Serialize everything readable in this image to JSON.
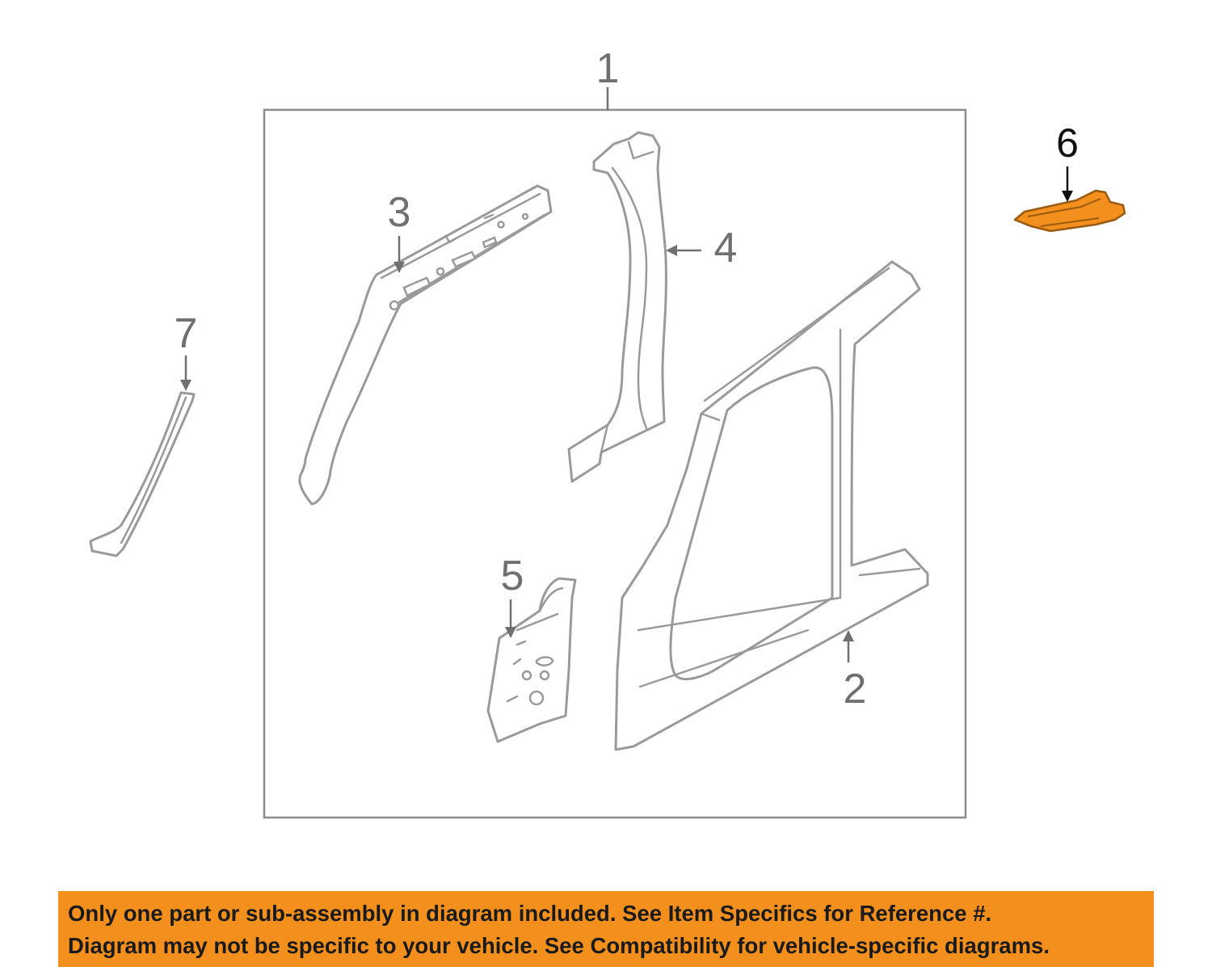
{
  "callouts": {
    "c1": "1",
    "c2": "2",
    "c3": "3",
    "c4": "4",
    "c5": "5",
    "c6": "6",
    "c7": "7"
  },
  "highlighted_part": "6",
  "colors": {
    "highlight": "#f3901d",
    "line_art": "#9a9a9a",
    "callout_text": "#707070",
    "notice_background": "#f3901d"
  },
  "notice": {
    "line1": "Only one part or sub-assembly in diagram included. See Item Specifics for Reference #.",
    "line2": "Diagram may not be specific to your vehicle. See Compatibility for vehicle-specific diagrams."
  }
}
